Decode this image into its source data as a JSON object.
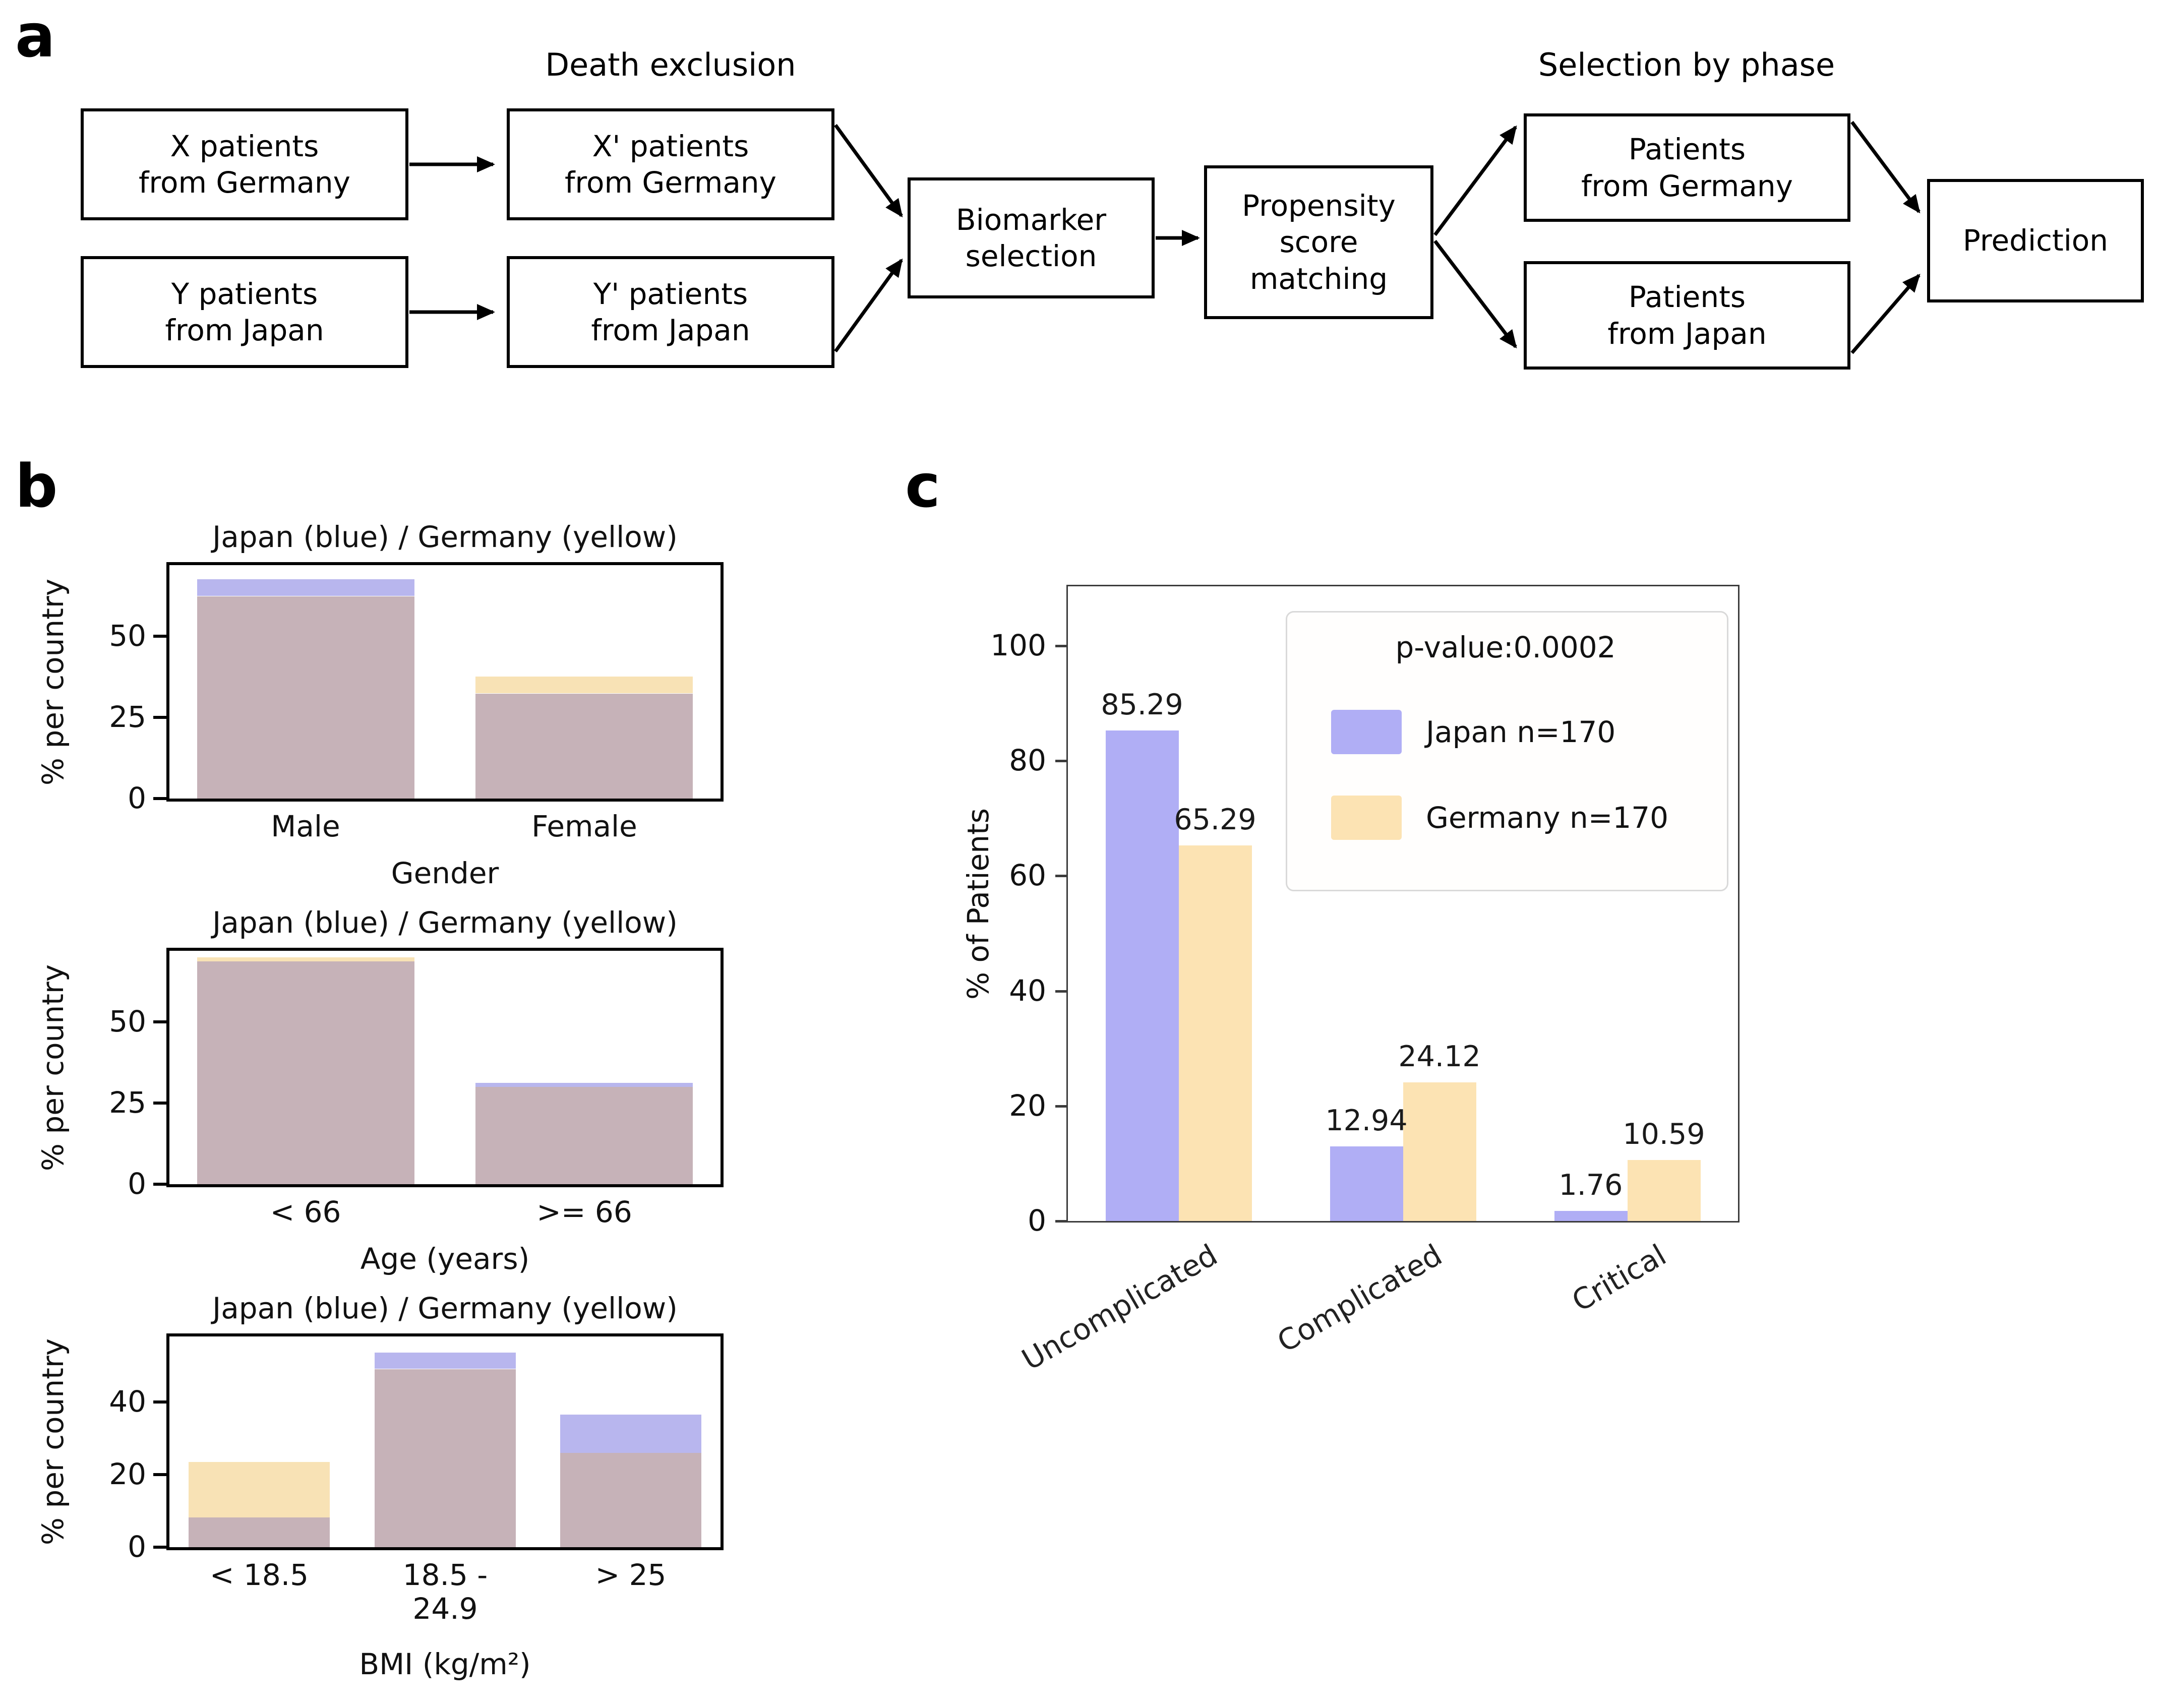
{
  "panel_labels": {
    "a": "a",
    "b": "b",
    "c": "c"
  },
  "flowchart": {
    "death_exclusion_label": "Death exclusion",
    "selection_by_phase_label": "Selection by phase",
    "boxes": {
      "x_germany": "X patients\nfrom Germany",
      "x_prime_germany": "X' patients\nfrom Germany",
      "y_japan": "Y patients\nfrom Japan",
      "y_prime_japan": "Y' patients\nfrom Japan",
      "biomarker": "Biomarker\nselection",
      "propensity": "Propensity\nscore\nmatching",
      "phase_germany": "Patients\nfrom Germany",
      "phase_japan": "Patients\nfrom Japan",
      "prediction": "Prediction"
    }
  },
  "colors": {
    "japan": "#b0aef5",
    "germany": "#fce3b3",
    "japan_overlay": "#b8b6ee",
    "germany_overlay": "#f8e2b5",
    "overlap": "#c6b2b8"
  },
  "chart_data": [
    {
      "id": "gender",
      "type": "bar",
      "mode": "overlay",
      "title": "Japan (blue) / Germany (yellow)",
      "ylabel": "% per country",
      "xlabel": "Gender",
      "categories": [
        "Male",
        "Female"
      ],
      "series": [
        {
          "name": "Japan",
          "color": "blue",
          "values": [
            67.6,
            32.4
          ]
        },
        {
          "name": "Germany",
          "color": "yellow",
          "values": [
            62.4,
            37.6
          ]
        }
      ],
      "yticks": [
        0,
        25,
        50
      ],
      "ylim": [
        0,
        72
      ],
      "grid": false,
      "legend_position": "none"
    },
    {
      "id": "age",
      "type": "bar",
      "mode": "overlay",
      "title": "Japan (blue) / Germany (yellow)",
      "ylabel": "% per country",
      "xlabel": "Age (years)",
      "categories": [
        "< 66",
        ">= 66"
      ],
      "series": [
        {
          "name": "Japan",
          "color": "blue",
          "values": [
            68.8,
            31.2
          ]
        },
        {
          "name": "Germany",
          "color": "yellow",
          "values": [
            70.0,
            30.0
          ]
        }
      ],
      "yticks": [
        0,
        25,
        50
      ],
      "ylim": [
        0,
        72
      ],
      "grid": false,
      "legend_position": "none"
    },
    {
      "id": "bmi",
      "type": "bar",
      "mode": "overlay",
      "title": "Japan (blue) / Germany (yellow)",
      "ylabel": "% per country",
      "xlabel": "BMI (kg/m²)",
      "categories": [
        "< 18.5",
        "18.5 -\n24.9",
        "> 25"
      ],
      "series": [
        {
          "name": "Japan",
          "color": "blue",
          "values": [
            8.2,
            53.5,
            36.5
          ]
        },
        {
          "name": "Germany",
          "color": "yellow",
          "values": [
            23.5,
            49.0,
            26.0
          ]
        }
      ],
      "yticks": [
        0,
        20,
        40
      ],
      "ylim": [
        0,
        58
      ],
      "grid": false,
      "legend_position": "none"
    },
    {
      "id": "severity",
      "type": "bar",
      "mode": "grouped",
      "title": "",
      "ylabel": "% of Patients",
      "xlabel": "",
      "categories": [
        "Uncomplicated",
        "Complicated",
        "Critical"
      ],
      "series": [
        {
          "name": "Japan n=170",
          "color": "blue",
          "values": [
            85.29,
            12.94,
            1.76
          ]
        },
        {
          "name": "Germany n=170",
          "color": "yellow",
          "values": [
            65.29,
            24.12,
            10.59
          ]
        }
      ],
      "bar_value_labels": [
        [
          "85.29",
          "12.94",
          "1.76"
        ],
        [
          "65.29",
          "24.12",
          "10.59"
        ]
      ],
      "legend": {
        "title": "p-value:0.0002",
        "position": "upper right"
      },
      "yticks": [
        0,
        20,
        40,
        60,
        80,
        100
      ],
      "ylim": [
        0,
        110
      ],
      "grid": false,
      "xtick_rotation": 30
    }
  ]
}
